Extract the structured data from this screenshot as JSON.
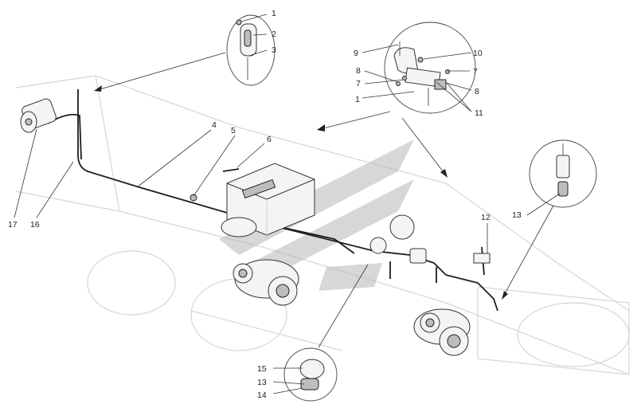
{
  "diagram": {
    "callouts": [
      {
        "id": "c1a",
        "text": "1"
      },
      {
        "id": "c2",
        "text": "2"
      },
      {
        "id": "c3",
        "text": "3"
      },
      {
        "id": "c4",
        "text": "4"
      },
      {
        "id": "c5",
        "text": "5"
      },
      {
        "id": "c6",
        "text": "6"
      },
      {
        "id": "c9",
        "text": "9"
      },
      {
        "id": "c10",
        "text": "10"
      },
      {
        "id": "c8a",
        "text": "8"
      },
      {
        "id": "c7a",
        "text": "7"
      },
      {
        "id": "c1b",
        "text": "1"
      },
      {
        "id": "c7b",
        "text": "7"
      },
      {
        "id": "c8b",
        "text": "8"
      },
      {
        "id": "c11",
        "text": "11"
      },
      {
        "id": "c12",
        "text": "12"
      },
      {
        "id": "c13a",
        "text": "13"
      },
      {
        "id": "c15",
        "text": "15"
      },
      {
        "id": "c13b",
        "text": "13"
      },
      {
        "id": "c14",
        "text": "14"
      },
      {
        "id": "c17",
        "text": "17"
      },
      {
        "id": "c16",
        "text": "16"
      }
    ],
    "watermark_color": "#b8b8b8",
    "wire_color": "#1e1e1e"
  }
}
